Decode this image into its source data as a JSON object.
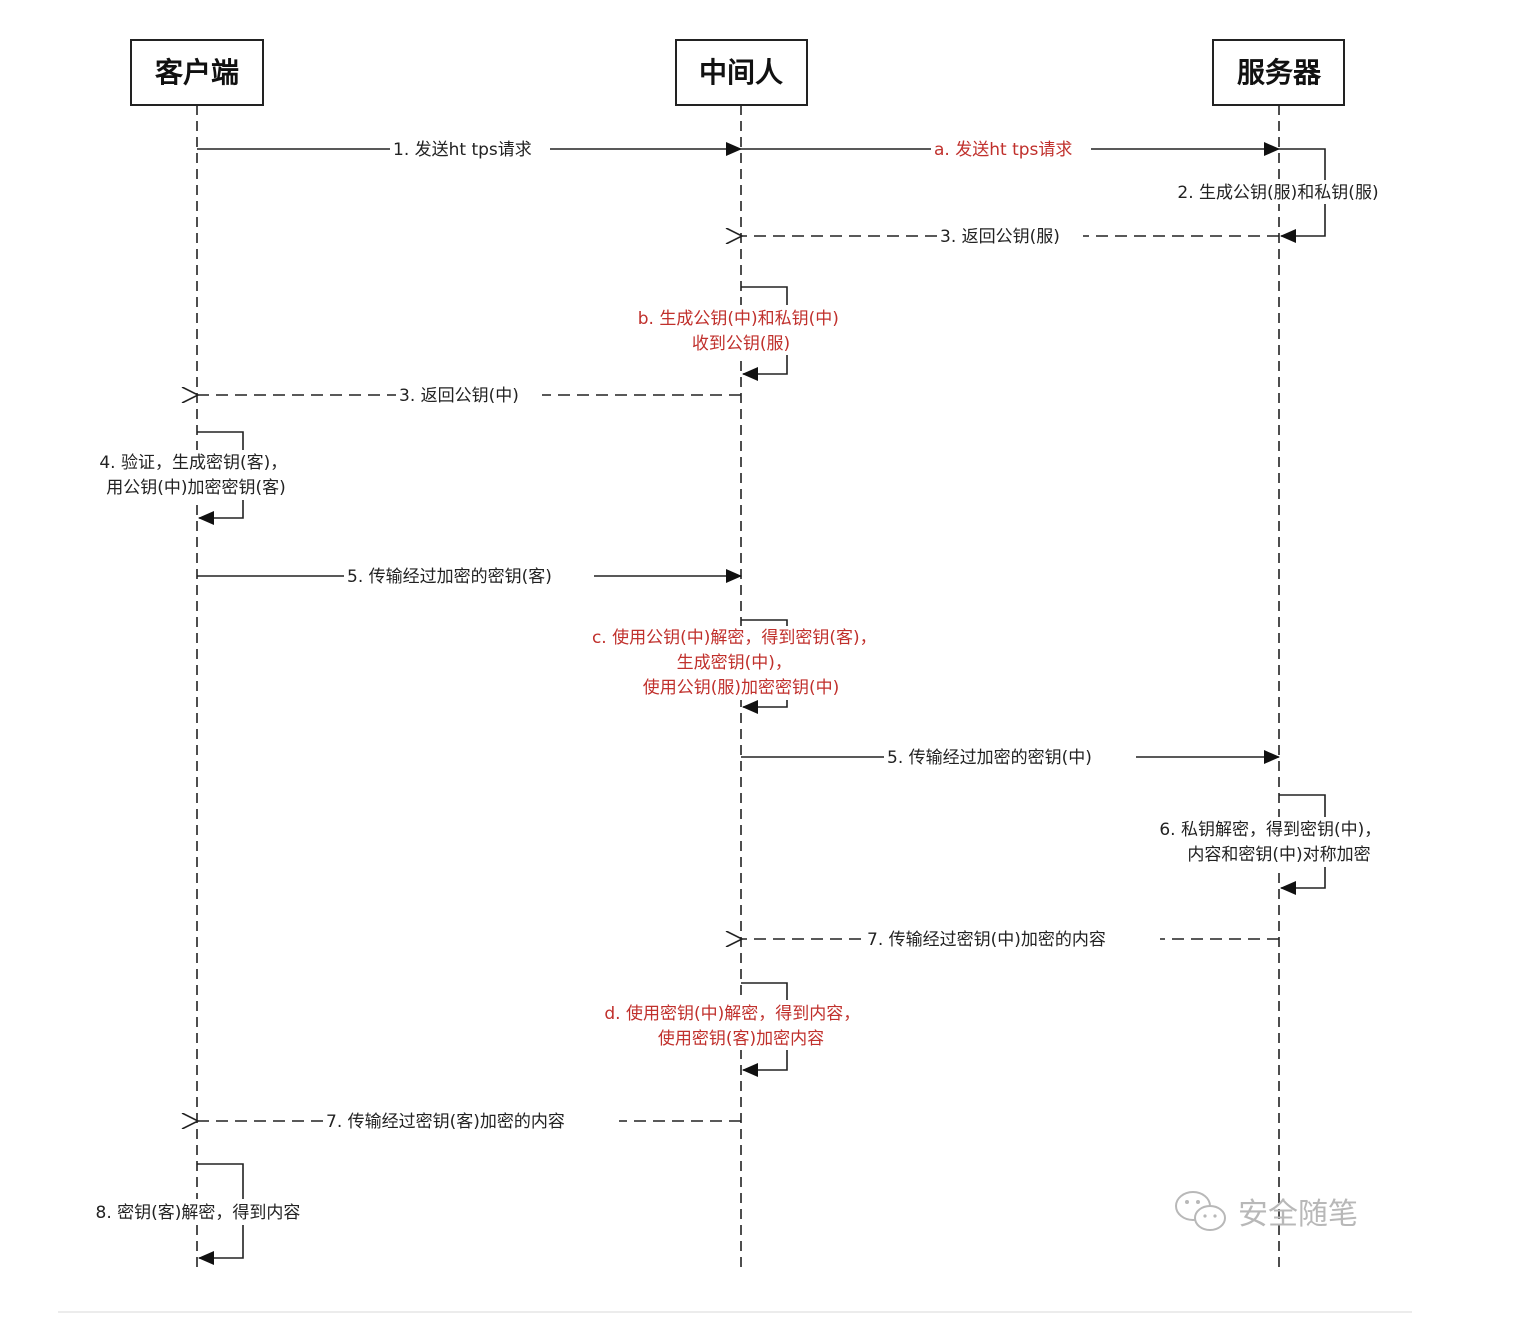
{
  "actors": {
    "client": "客户端",
    "middle": "中间人",
    "server": "服务器"
  },
  "messages": {
    "m1": "1. 发送ht tps请求",
    "ma": "a. 发送ht tps请求",
    "m2": "2. 生成公钥(服)和私钥(服)",
    "m3s": "3. 返回公钥(服)",
    "mb": [
      "b. 生成公钥(中)和私钥(中)",
      "收到公钥(服)"
    ],
    "m3c": "3. 返回公钥(中)",
    "m4": [
      "4. 验证，生成密钥(客)，",
      "用公钥(中)加密密钥(客)"
    ],
    "m5c": "5. 传输经过加密的密钥(客)",
    "mc": [
      "c. 使用公钥(中)解密，得到密钥(客)，",
      "生成密钥(中)，",
      "使用公钥(服)加密密钥(中)"
    ],
    "m5s": "5. 传输经过加密的密钥(中)",
    "m6": [
      "6. 私钥解密，得到密钥(中)，",
      "内容和密钥(中)对称加密"
    ],
    "m7s": "7. 传输经过密钥(中)加密的内容",
    "md": [
      "d. 使用密钥(中)解密，得到内容，",
      "使用密钥(客)加密内容"
    ],
    "m7c": "7. 传输经过密钥(客)加密的内容",
    "m8": "8. 密钥(客)解密，得到内容"
  },
  "watermark": {
    "text": "安全随笔",
    "icon": "wechat-icon"
  },
  "colors": {
    "line": "#222222",
    "attacker_text": "#c0302c",
    "watermark": "#b8b8b8"
  }
}
